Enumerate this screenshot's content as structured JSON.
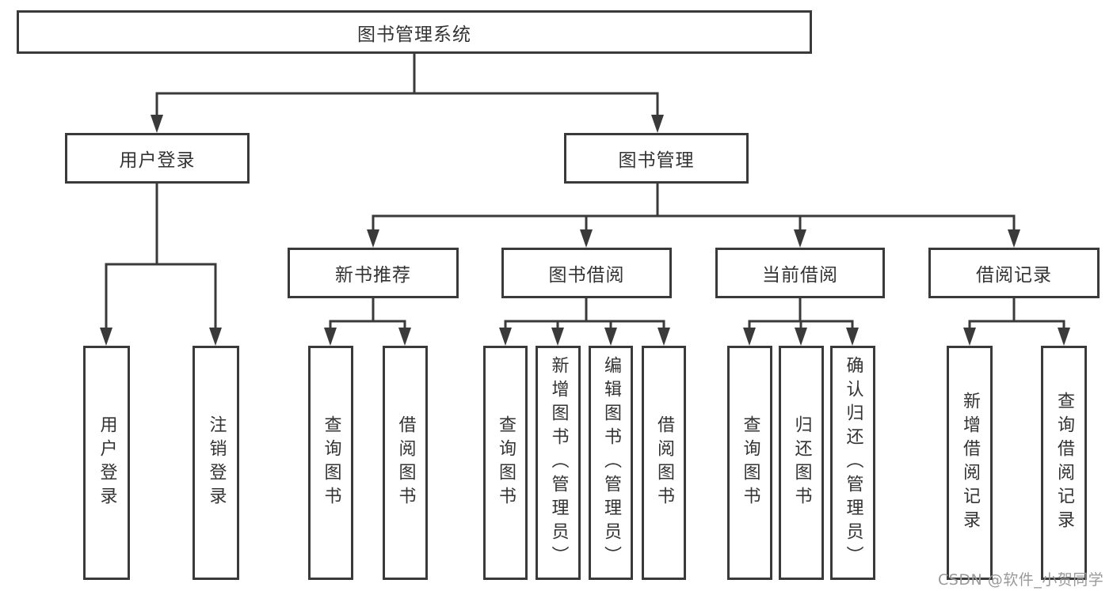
{
  "diagram": {
    "root": {
      "label": "图书管理系统"
    },
    "level2": {
      "user_login": {
        "label": "用户登录"
      },
      "book_management": {
        "label": "图书管理"
      }
    },
    "level3": {
      "new_book_recommend": {
        "label": "新书推荐"
      },
      "book_borrow": {
        "label": "图书借阅"
      },
      "current_borrow": {
        "label": "当前借阅"
      },
      "borrow_records": {
        "label": "借阅记录"
      }
    },
    "leaves": {
      "user_login": [
        {
          "label": "用户登录"
        },
        {
          "label": "注销登录"
        }
      ],
      "new_book_recommend": [
        {
          "label": "查询图书"
        },
        {
          "label": "借阅图书"
        }
      ],
      "book_borrow": [
        {
          "label": "查询图书"
        },
        {
          "label": "新增图书（管理员）"
        },
        {
          "label": "编辑图书（管理员）"
        },
        {
          "label": "借阅图书"
        }
      ],
      "current_borrow": [
        {
          "label": "查询图书"
        },
        {
          "label": "归还图书"
        },
        {
          "label": "确认归还（管理员）"
        }
      ],
      "borrow_records": [
        {
          "label": "新增借阅记录"
        },
        {
          "label": "查询借阅记录"
        }
      ]
    },
    "watermark": {
      "label": "CSDN @软件_小贺同学"
    },
    "colors": {
      "line": "#3a3a3a",
      "text": "#333333",
      "watermark": "#999999",
      "background": "#ffffff"
    }
  }
}
